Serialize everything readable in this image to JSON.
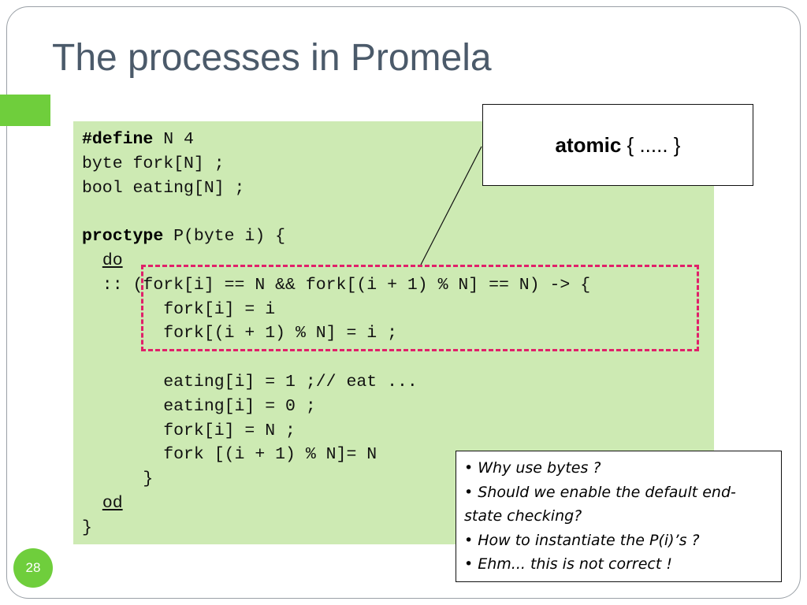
{
  "slide": {
    "title": "The processes in Promela",
    "page_number": "28"
  },
  "code": {
    "lines": [
      {
        "k": "#define",
        "r": " N 4"
      },
      {
        "r": "byte fork[N] ;"
      },
      {
        "r": "bool eating[N] ;"
      },
      {
        "r": ""
      },
      {
        "k": "proctype",
        "r": " P(byte i) {"
      },
      {
        "p": "  ",
        "u": "do"
      },
      {
        "r": "  :: (fork[i] == N && fork[(i + 1) % N] == N) -> {"
      },
      {
        "r": "        fork[i] = i"
      },
      {
        "r": "        fork[(i + 1) % N] = i ;"
      },
      {
        "r": ""
      },
      {
        "r": "        eating[i] = 1 ;// eat ..."
      },
      {
        "r": "        eating[i] = 0 ;"
      },
      {
        "r": "        fork[i] = N ;"
      },
      {
        "r": "        fork [(i + 1) % N]= N"
      },
      {
        "r": "      }"
      },
      {
        "p": "  ",
        "u": "od"
      },
      {
        "r": "}"
      }
    ]
  },
  "callout": {
    "keyword": "atomic",
    "rest": " { ..... }"
  },
  "notes": {
    "items": [
      "•  Why use bytes ?",
      "•  Should we enable the default end-state checking?",
      "• How to instantiate the P(i)’s ?",
      "• Ehm... this is not correct !"
    ]
  },
  "colors": {
    "accent_green": "#6fce3c",
    "code_background": "#cdeab3",
    "dash_pink": "#e0206a",
    "title_gray": "#4b5a6a"
  }
}
